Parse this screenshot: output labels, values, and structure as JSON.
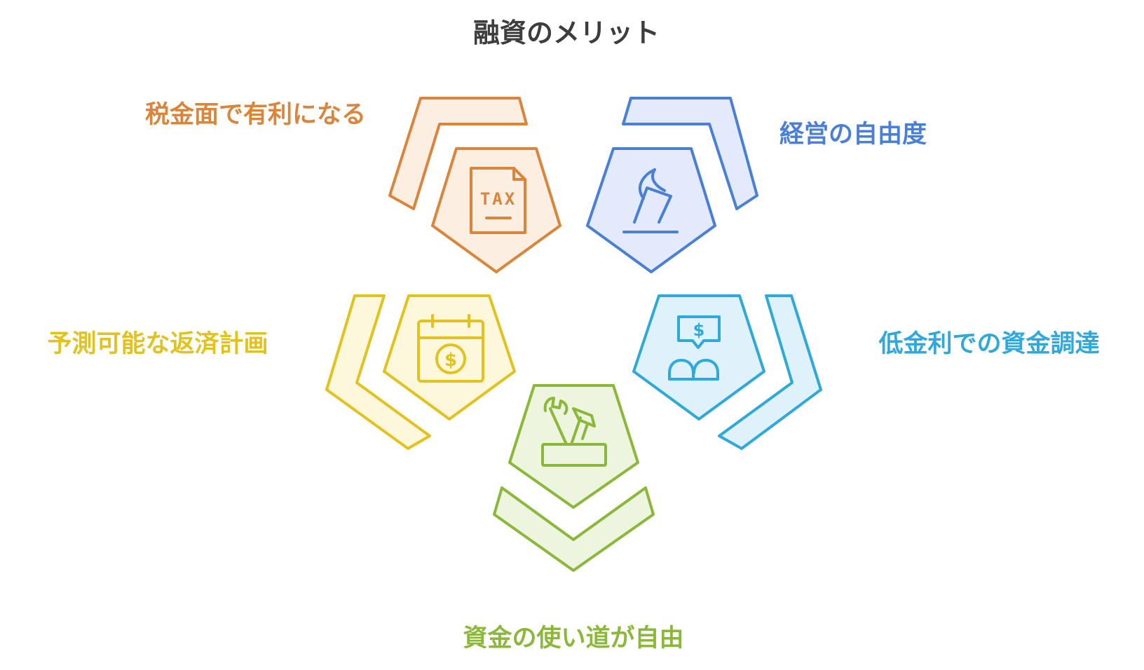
{
  "title": "融資のメリット",
  "colors": {
    "title": "#3d3d3d",
    "orange": "#d9853b",
    "orange_fill": "#fdeee2",
    "blue": "#4a7fd6",
    "blue_fill": "#e2eafb",
    "yellow": "#e2c21f",
    "yellow_fill": "#fdf8dc",
    "cyan": "#2fa9d9",
    "cyan_fill": "#dff2fb",
    "green": "#8cb83a",
    "green_fill": "#eef5df"
  },
  "segments": [
    {
      "label": "税金面で有利になる",
      "color": "orange",
      "icon": "tax-document-icon"
    },
    {
      "label": "経営の自由度",
      "color": "blue",
      "icon": "ballot-box-icon"
    },
    {
      "label": "予測可能な返済計画",
      "color": "yellow",
      "icon": "calendar-dollar-icon"
    },
    {
      "label": "低金利での資金調達",
      "color": "cyan",
      "icon": "people-dollar-chat-icon"
    },
    {
      "label": "資金の使い道が自由",
      "color": "green",
      "icon": "toolbox-icon"
    }
  ],
  "icons": {
    "tax_text": "TAX",
    "dollar_sign": "$"
  }
}
